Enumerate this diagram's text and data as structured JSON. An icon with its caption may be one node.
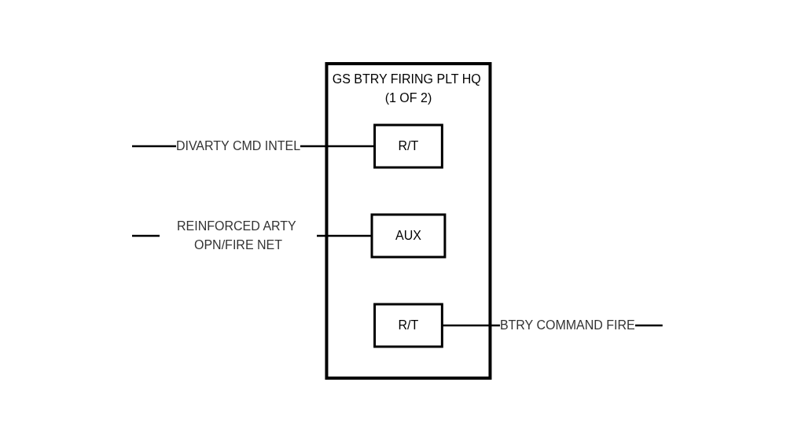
{
  "diagram": {
    "nodes": [
      {
        "text": [
          "GS BTRY FIRING PLT HQ (1 OF 2)"
        ]
      },
      {
        "text": [
          "R/T"
        ],
        "in": 0
      },
      {
        "text": [
          "AUX"
        ],
        "in": 0
      },
      {
        "text": [
          "R/T"
        ],
        "in": 0
      }
    ],
    "edges": [
      {
        "from": null,
        "to": 1,
        "arrow": "none",
        "label": "DIVARTY CMD INTEL"
      },
      {
        "from": null,
        "to": 2,
        "arrow": "none",
        "label": "REINFORCED ARTY OPN/FIRE NET"
      },
      {
        "from": 3,
        "to": null,
        "arrow": "none",
        "label": "BTRY COMMAND FIRE"
      }
    ]
  }
}
